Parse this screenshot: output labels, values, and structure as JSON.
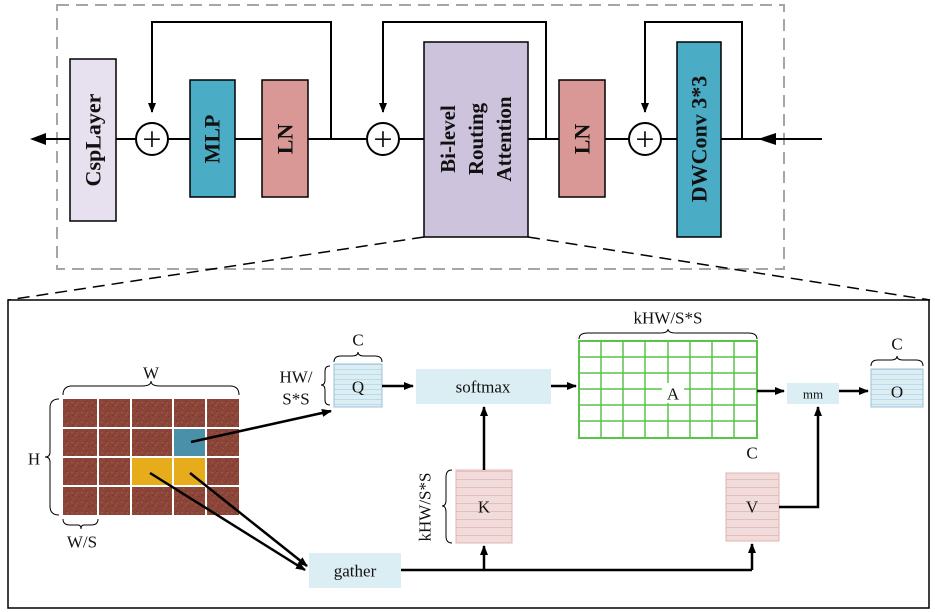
{
  "top_block": {
    "csp_layer": "CspLayer",
    "mlp": "MLP",
    "ln_first": "LN",
    "attention": [
      "Bi-level",
      "Routing",
      "Attention"
    ],
    "ln_second": "LN",
    "dwconv": "DWConv 3*3",
    "plus_symbol": "+"
  },
  "detail": {
    "grid": {
      "width_label": "W",
      "height_label": "H",
      "window_label": "W/S"
    },
    "q_block": {
      "label": "Q",
      "dim_top": "C",
      "dim_left": [
        "HW/",
        "S*S"
      ]
    },
    "softmax_label": "softmax",
    "a_block": {
      "label": "A",
      "dim_top": "kHW/S*S"
    },
    "mm_label": "mm",
    "o_block": {
      "label": "O",
      "dim_top": "C"
    },
    "k_block": {
      "label": "K",
      "dim_left": "kHW/S*S"
    },
    "v_block": {
      "label": "V",
      "dim_top": "C"
    },
    "gather_label": "gather"
  },
  "colors": {
    "csp": "#e7e0ef",
    "mlp": "#4bacc6",
    "ln": "#d99795",
    "attention": "#cdc3dc",
    "dwconv": "#4bacc6",
    "light_blue": "#dbeef4",
    "light_pink": "#f2dcdb",
    "grid_green": "#5ac34a",
    "tile": "#8a4538",
    "tile_blue": "#4a90a8",
    "tile_yellow": "#e6ac1c"
  }
}
